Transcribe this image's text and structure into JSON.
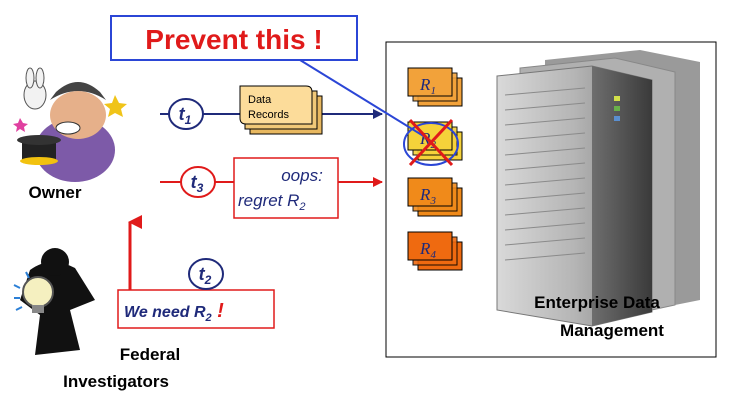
{
  "callout": {
    "text": "Prevent this !"
  },
  "owner": {
    "label": "Owner"
  },
  "investigators": {
    "line1": "Federal",
    "line2": "Investigators"
  },
  "events": [
    {
      "sym": "t",
      "sub": "1",
      "color": "#1f2a7a"
    },
    {
      "sym": "t",
      "sub": "3",
      "color": "#e01a1a"
    },
    {
      "sym": "t",
      "sub": "2",
      "color": "#1f2a7a"
    }
  ],
  "data_records": {
    "line1": "Data",
    "line2": "Records"
  },
  "regret": {
    "line1": "oops:",
    "line2_prefix": "regret R",
    "line2_sub": "2"
  },
  "request": {
    "prefix": "We need R",
    "sub": "2",
    "suffix": " !"
  },
  "enterprise": {
    "line1": "Enterprise Data",
    "line2": "Management"
  },
  "records": [
    {
      "sym": "R",
      "sub": "1",
      "color": "#f2a23a"
    },
    {
      "sym": "R",
      "sub": "2",
      "color": "#f5d23a"
    },
    {
      "sym": "R",
      "sub": "3",
      "color": "#f08a1a"
    },
    {
      "sym": "R",
      "sub": "4",
      "color": "#ef6a10"
    }
  ],
  "colors": {
    "navy": "#1f2a7a",
    "red": "#e01a1a",
    "blue": "#2b46d6"
  }
}
